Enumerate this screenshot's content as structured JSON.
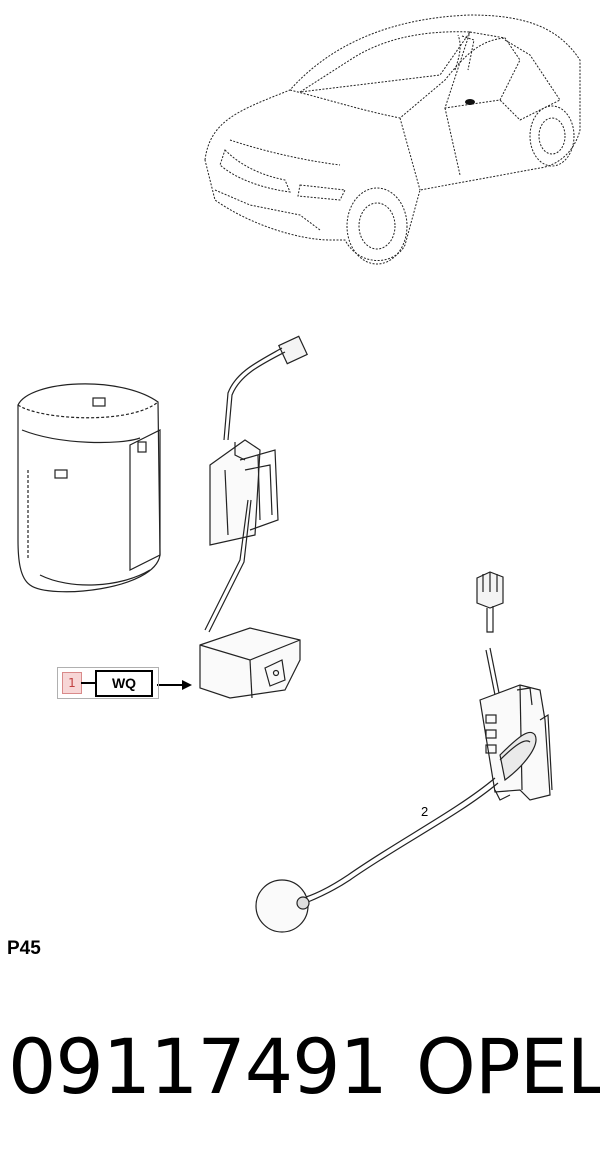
{
  "diagram": {
    "callout": {
      "index": "1",
      "code": "WQ"
    },
    "part_label": "2",
    "page_code": "P45"
  },
  "footer": {
    "part_number": "09117491",
    "brand": "OPEL"
  }
}
